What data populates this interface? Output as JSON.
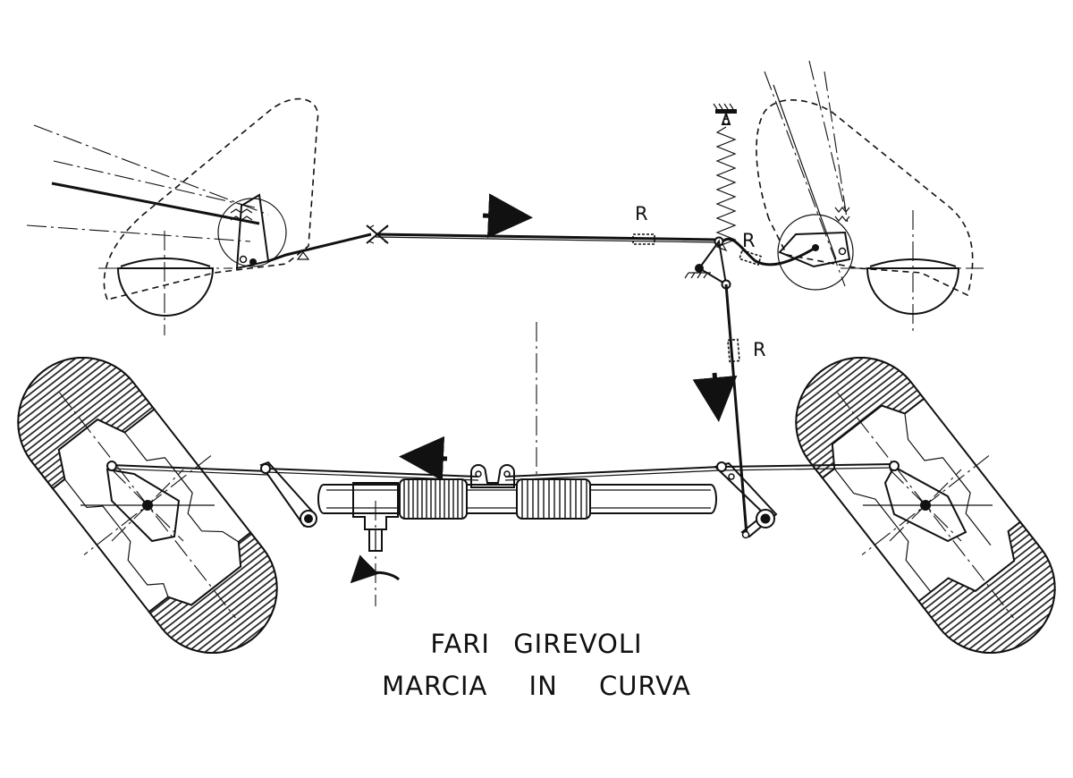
{
  "labels": {
    "r_top": "R",
    "r_right": "R",
    "r_vertical": "R"
  },
  "caption": {
    "line1": "FARI GIREVOLI",
    "line2": "MARCIA IN CURVA"
  }
}
